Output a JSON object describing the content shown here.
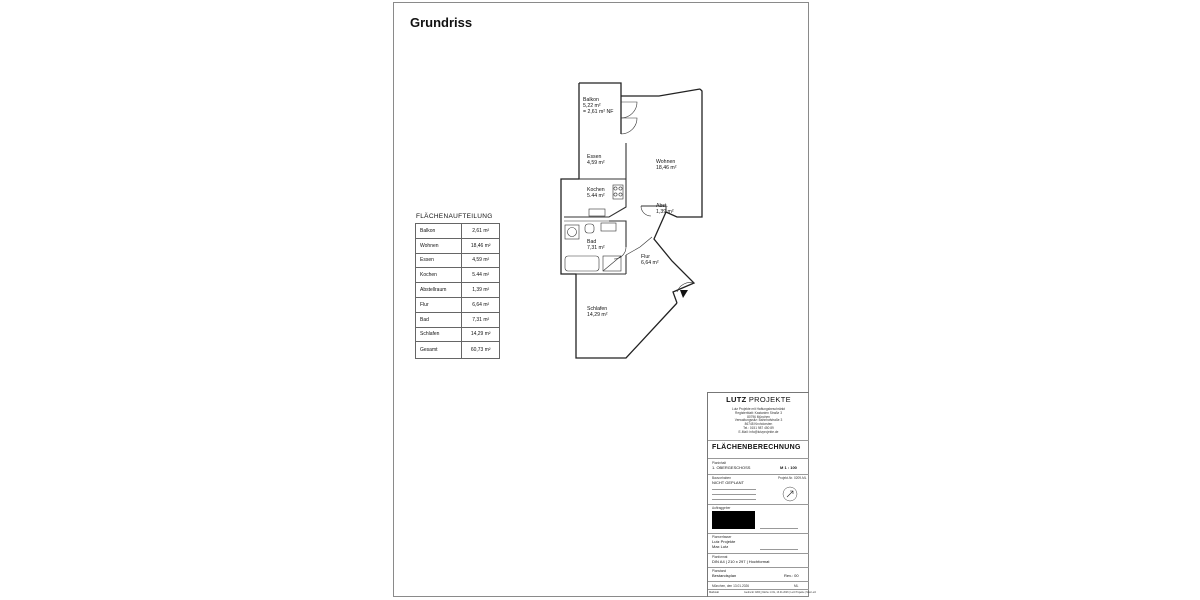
{
  "page": {
    "title": "Grundriss"
  },
  "plan_labels": {
    "balkon": {
      "name": "Balkon",
      "area": "5,22 m²",
      "nf": "= 2,61 m² NF"
    },
    "essen": {
      "name": "Essen",
      "area": "4,59 m²"
    },
    "wohnen": {
      "name": "Wohnen",
      "area": "18,46 m²"
    },
    "kochen": {
      "name": "Kochen",
      "area": "5.44 m²"
    },
    "abst": {
      "name": "Abst.",
      "area": "1,39 m²"
    },
    "bad": {
      "name": "Bad",
      "area": "7,31 m²"
    },
    "flur": {
      "name": "Flur",
      "area": "6,64 m²"
    },
    "schlafen": {
      "name": "Schlafen",
      "area": "14,29 m²"
    }
  },
  "area_table": {
    "title": "FLÄCHENAUFTEILUNG",
    "rows": [
      {
        "room": "Balkon",
        "value": "2,61 m²"
      },
      {
        "room": "Wohnen",
        "value": "18,46 m²"
      },
      {
        "room": "Essen",
        "value": "4,59 m²"
      },
      {
        "room": "Kochen",
        "value": "5.44 m²"
      },
      {
        "room": "Abstellraum",
        "value": "1,39 m²"
      },
      {
        "room": "Flur",
        "value": "6,64 m²"
      },
      {
        "room": "Bad",
        "value": "7,31 m²"
      },
      {
        "room": "Schlafen",
        "value": "14,29 m²"
      }
    ],
    "total": {
      "label": "Gesamt",
      "value": "60,73 m²"
    }
  },
  "title_block": {
    "brand_bold": "LUTZ",
    "brand_rest": " PROJEKTE",
    "company_lines": [
      "Lutz Projekte mit Haftungsbeschränkt",
      "Registerblatt: Kastanien Straße 3",
      "80796 München",
      "Verwaltungssitz: Bahnhofstraße 3",
      "86748 Kirchdorsten",
      "Tel.: 0151 987 450 89",
      "E-Mail: info@lutzprojekte.de"
    ],
    "doc_title": "FLÄCHENBERECHNUNG",
    "plan_label": "Planinhalt",
    "plan_value": "1. OBERGESCHOSS",
    "scale": "M 1 : 100",
    "address_label": "Bauvorhaben",
    "address_value": "NICHT GEPLANT",
    "project_no": "Projekt-Nr. 0209-ML",
    "client_label": "Auftraggeber",
    "designer_label": "Planverfasser",
    "designer_line1": "Lutz Projekte",
    "designer_line2": "Max Lutz",
    "format_label": "Planformat",
    "format_value": "DIN A4  |  210 x 297  |  Hochformat",
    "stage_label": "Planstand",
    "stage_value": "Bestandsplan",
    "revision": "Rev.: 00",
    "date_line": "München, den 13.01.2026",
    "initials": "ML",
    "footer_left": "Maßstab",
    "footer_right": "Gedruckt: 0209_Fläche 1.OG, 13.01.2026 | Lutz Projekte | Max Lutz"
  }
}
